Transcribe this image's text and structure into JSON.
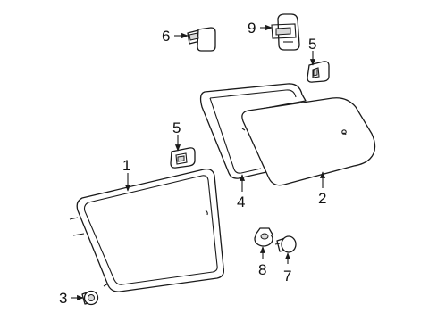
{
  "callouts": {
    "c1": "1",
    "c2": "2",
    "c3": "3",
    "c4": "4",
    "c5a": "5",
    "c5b": "5",
    "c6": "6",
    "c7": "7",
    "c8": "8",
    "c9": "9"
  },
  "colors": {
    "line": "#1a1a1a",
    "fill": "#ffffff",
    "shade": "#d9d9d9",
    "text": "#111111"
  }
}
